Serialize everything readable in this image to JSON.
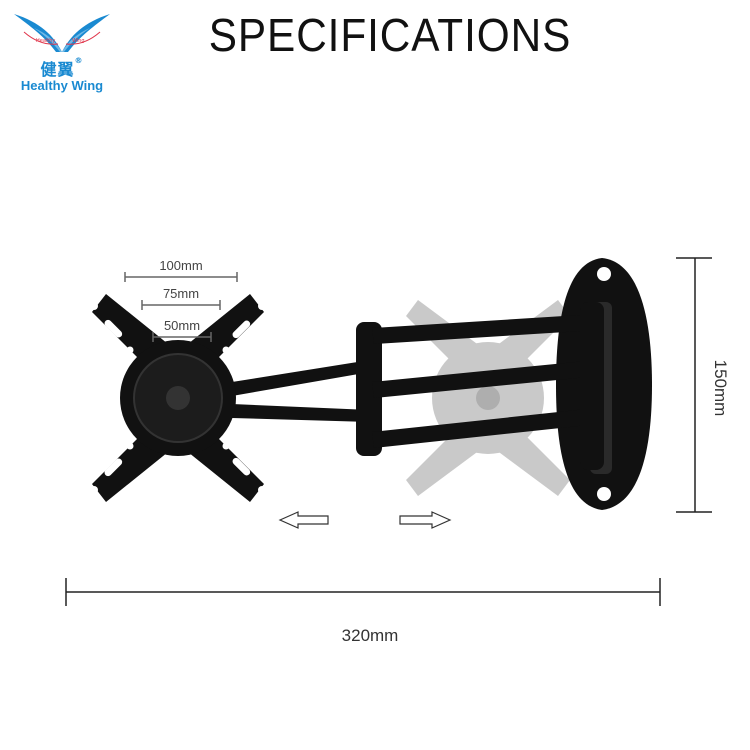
{
  "logo": {
    "chinese_name": "健翼",
    "reg_mark": "®",
    "english_name": "Healthy Wing",
    "arc_text_left": "Healthy",
    "arc_text_right": "Wing",
    "color": "#1a8ad1"
  },
  "title": "SPECIFICATIONS",
  "dimensions": {
    "width_label": "320mm",
    "height_label": "150mm"
  },
  "vesa": {
    "large": "100mm",
    "medium": "75mm",
    "small": "50mm"
  },
  "colors": {
    "mount": "#111111",
    "ghost": "#a9a9a9",
    "line": "#222222"
  },
  "icons": [
    "left-arrow-icon",
    "right-arrow-icon"
  ]
}
